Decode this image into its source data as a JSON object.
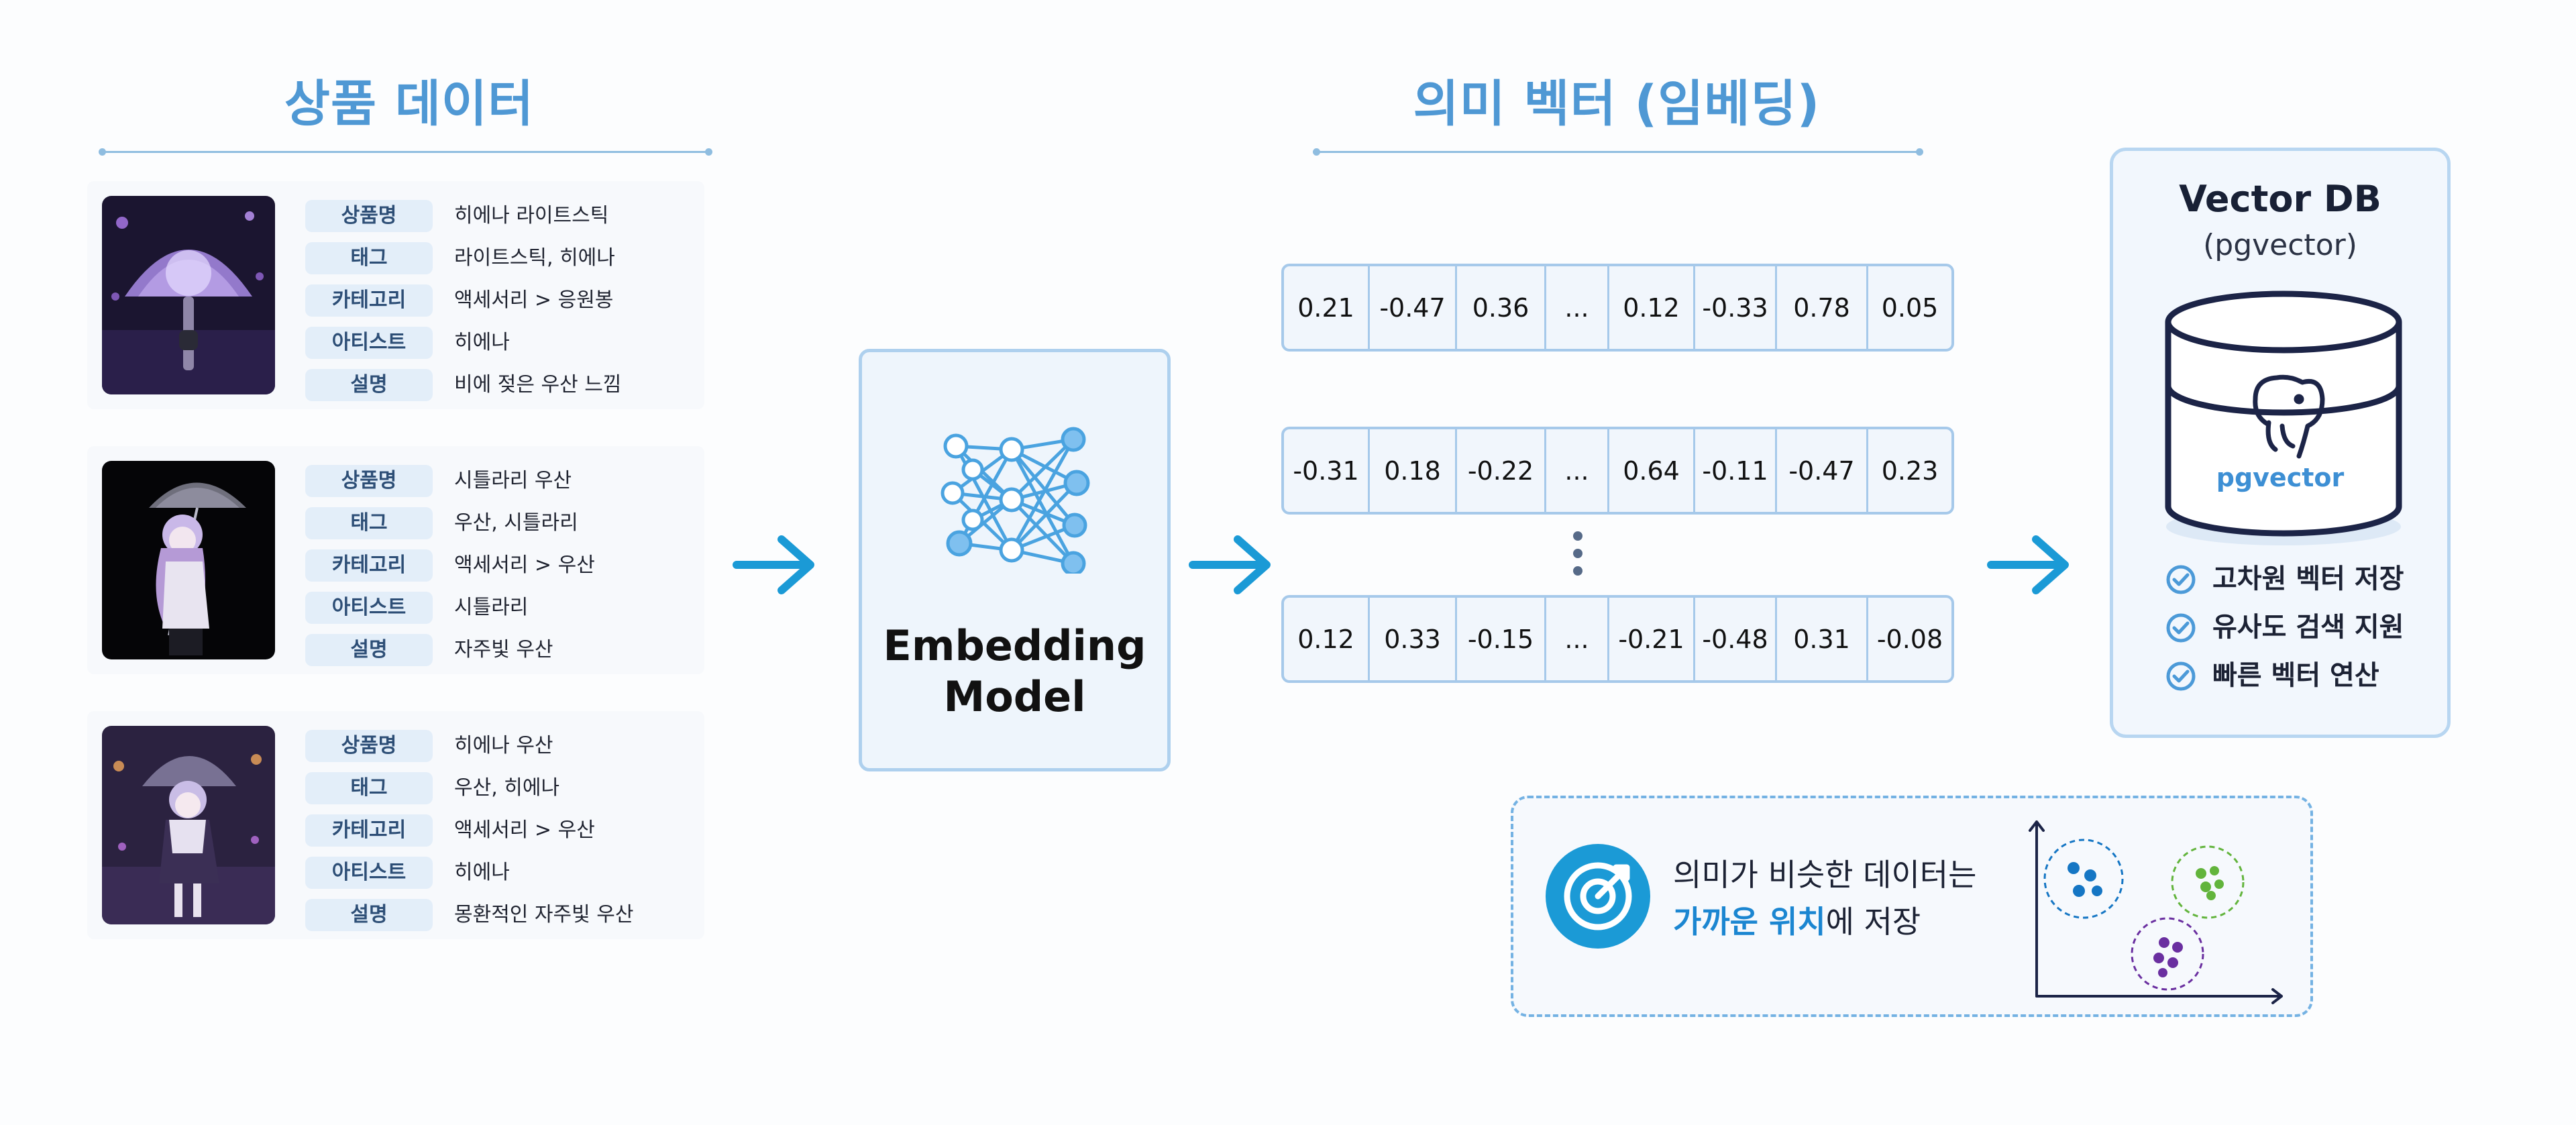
{
  "sections": {
    "product_title": "상품 데이터",
    "vector_title": "의미 벡터 (임베딩)"
  },
  "products": [
    {
      "fields": [
        {
          "label": "상품명",
          "value": "히에나 라이트스틱"
        },
        {
          "label": "태그",
          "value": "라이트스틱, 히에나"
        },
        {
          "label": "카테고리",
          "value": "액세서리 > 응원봉"
        },
        {
          "label": "아티스트",
          "value": "히에나"
        },
        {
          "label": "설명",
          "value": "비에 젖은 우산 느낌"
        }
      ]
    },
    {
      "fields": [
        {
          "label": "상품명",
          "value": "시틀라리 우산"
        },
        {
          "label": "태그",
          "value": "우산, 시틀라리"
        },
        {
          "label": "카테고리",
          "value": "액세서리 > 우산"
        },
        {
          "label": "아티스트",
          "value": "시틀라리"
        },
        {
          "label": "설명",
          "value": "자주빛 우산"
        }
      ]
    },
    {
      "fields": [
        {
          "label": "상품명",
          "value": "히에나 우산"
        },
        {
          "label": "태그",
          "value": "우산, 히에나"
        },
        {
          "label": "카테고리",
          "value": "액세서리 > 우산"
        },
        {
          "label": "아티스트",
          "value": "히에나"
        },
        {
          "label": "설명",
          "value": "몽환적인 자주빛 우산"
        }
      ]
    }
  ],
  "model": {
    "title_line1": "Embedding",
    "title_line2": "Model"
  },
  "vectors": [
    [
      "0.21",
      "-0.47",
      "0.36",
      "...",
      "0.12",
      "-0.33",
      "0.78",
      "0.05"
    ],
    [
      "-0.31",
      "0.18",
      "-0.22",
      "...",
      "0.64",
      "-0.11",
      "-0.47",
      "0.23"
    ],
    [
      "0.12",
      "0.33",
      "-0.15",
      "...",
      "-0.21",
      "-0.48",
      "0.31",
      "-0.08"
    ]
  ],
  "db": {
    "title": "Vector DB",
    "subtitle": "(pgvector)",
    "logo_label": "pgvector",
    "features": [
      "고차원 벡터 저장",
      "유사도 검색 지원",
      "빠른 벡터 연산"
    ]
  },
  "note": {
    "line1": "의미가 비슷한 데이터는",
    "line2_highlight": "가까운 위치",
    "line2_rest": "에 저장"
  },
  "colors": {
    "accent": "#1b9ad6",
    "heading": "#4f98d4",
    "cluster_blue": "#1576c4",
    "cluster_green": "#62b43c",
    "cluster_purple": "#6a2fa0"
  }
}
